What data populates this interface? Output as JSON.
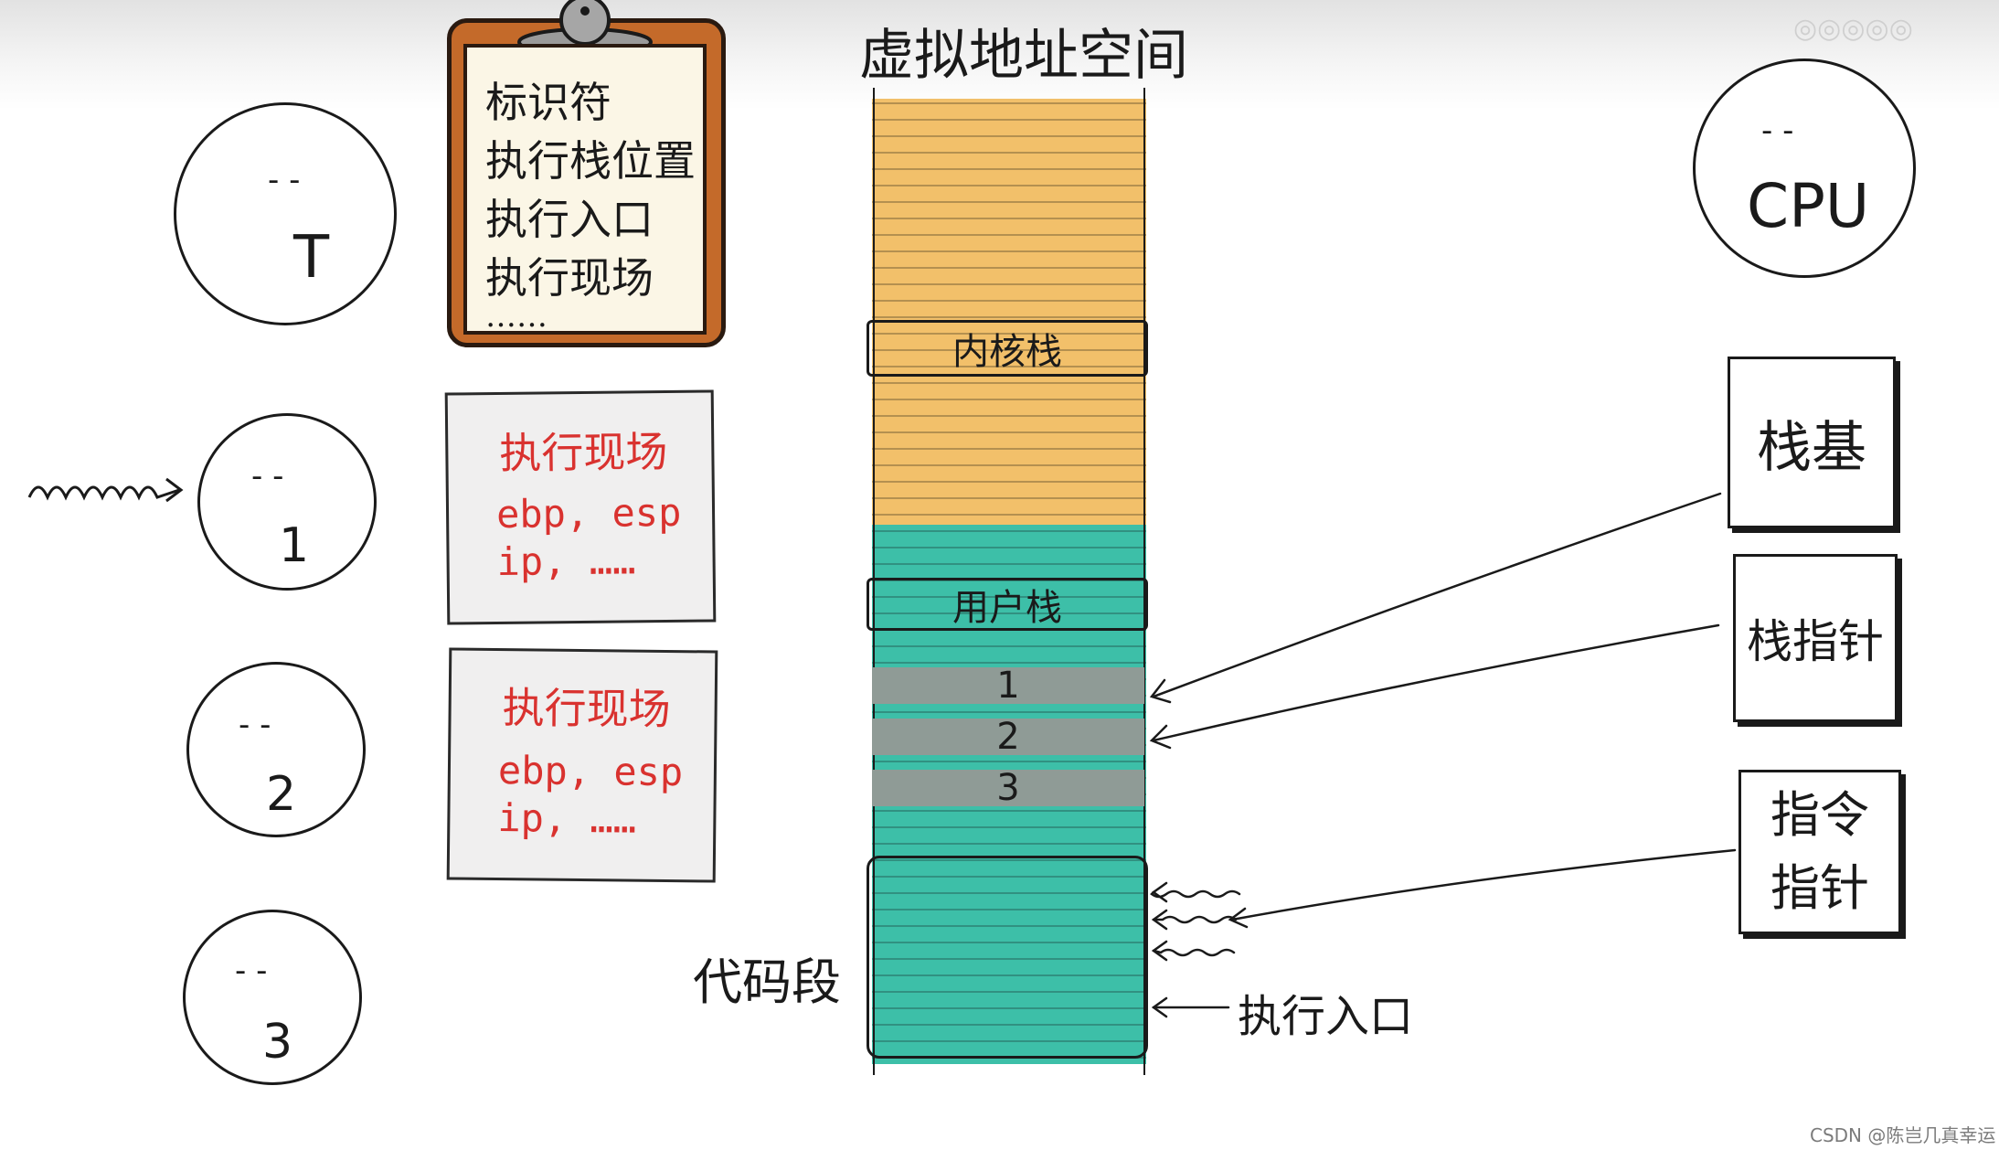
{
  "title": "虚拟地址空间",
  "process_t": {
    "eyes": "-   -",
    "mouth": "T"
  },
  "clipboard": {
    "lines": [
      "标识符",
      "执行栈位置",
      "执行入口",
      "执行现场",
      "……"
    ]
  },
  "threads": [
    {
      "eyes": "-   -",
      "label": "1",
      "note_title": "执行现场",
      "note_line1": "ebp, esp",
      "note_line2": "ip, ……"
    },
    {
      "eyes": "-   -",
      "label": "2",
      "note_title": "执行现场",
      "note_line1": "ebp, esp",
      "note_line2": "ip, ……"
    },
    {
      "eyes": "-   -",
      "label": "3"
    }
  ],
  "memory": {
    "kernel_stack_label": "内核栈",
    "user_stack_label": "用户栈",
    "frames": [
      "1",
      "2",
      "3"
    ],
    "code_segment_label": "代码段",
    "entry_label": "执行入口"
  },
  "cpu": {
    "eyes": "-   -",
    "label": "CPU"
  },
  "registers": {
    "stack_base": "栈基",
    "stack_pointer": "栈指针",
    "instruction_pointer": "指令\n指针"
  },
  "colors": {
    "kernel": "#f2c06a",
    "user": "#3dbfa8",
    "frame": "#8f9b96",
    "note_text": "#d9322f",
    "clipboard": "#c46a2a"
  },
  "watermark": "CSDN @陈岂几真幸运"
}
